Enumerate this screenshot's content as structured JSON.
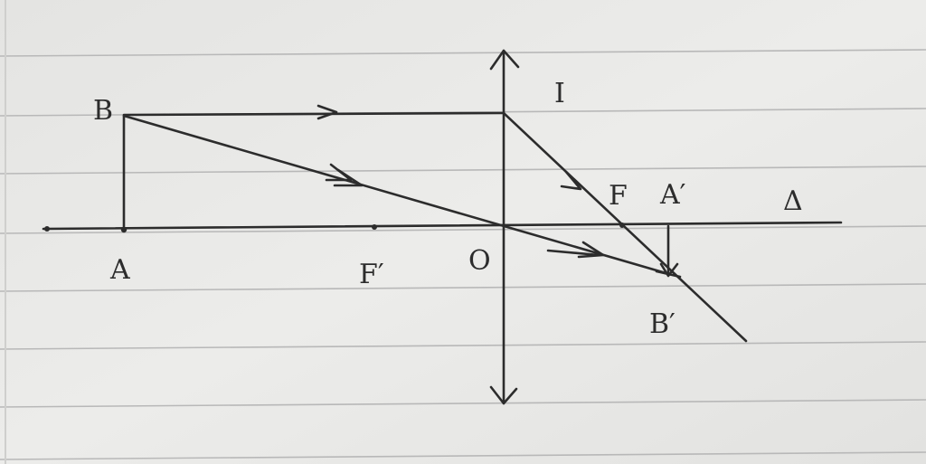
{
  "labels": {
    "B": "B",
    "A": "A",
    "F_prime": "F′",
    "O": "O",
    "I": "I",
    "F": "F",
    "A_prime": "A′",
    "B_prime": "B′",
    "axis": "Δ"
  },
  "colors": {
    "paper": "#e9e9e7",
    "rule_line": "#b9b9b9",
    "ink": "#2c2c2c"
  }
}
